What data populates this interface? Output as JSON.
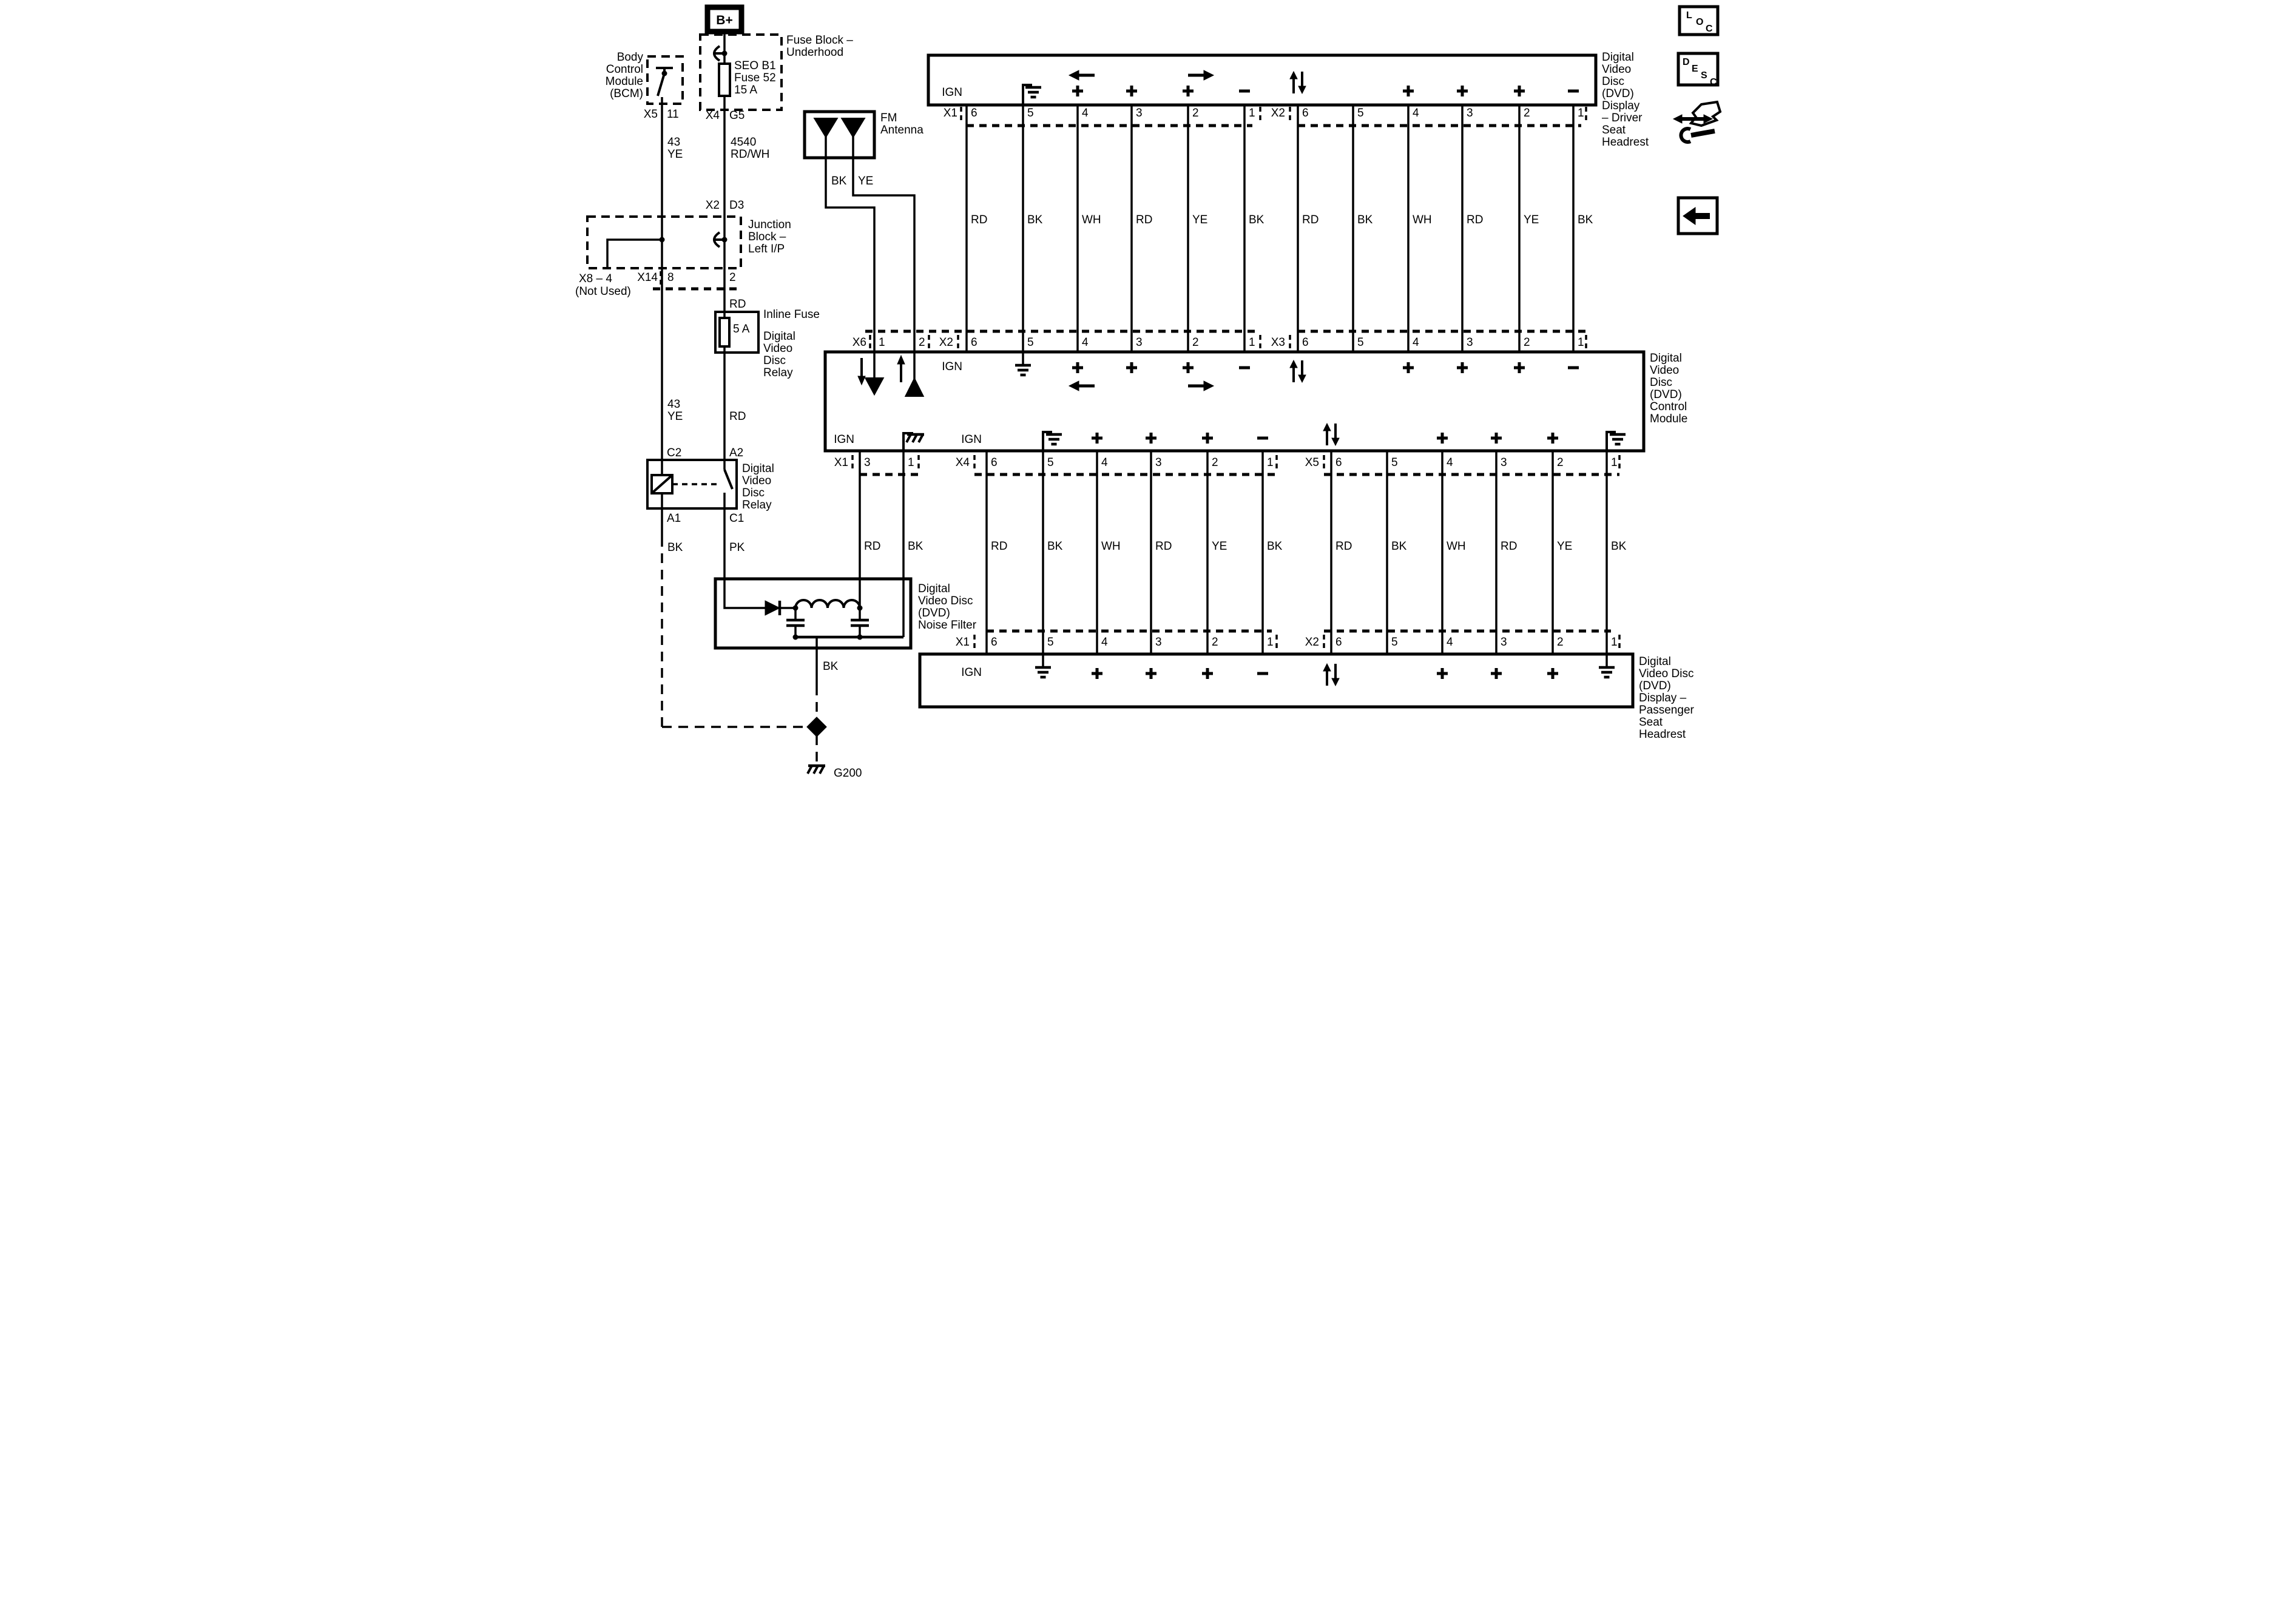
{
  "theme": {
    "ink": "#000000",
    "paper": "#ffffff"
  },
  "toolbar": {
    "loc": [
      "L",
      "O",
      "C"
    ],
    "desc": [
      "D",
      "E",
      "S",
      "C"
    ]
  },
  "labels": {
    "b_plus": "B+",
    "fuse_block": [
      "Fuse Block –",
      "Underhood"
    ],
    "seo_fuse": [
      "SEO B1",
      "Fuse 52",
      "15 A"
    ],
    "bcm": [
      "Body",
      "Control",
      "Module",
      "(BCM)"
    ],
    "junction": [
      "Junction",
      "Block –",
      "Left I/P"
    ],
    "not_used": [
      "X8 – 4",
      "(Not Used)"
    ],
    "inline_fuse": "Inline Fuse",
    "inline_fuse_sub": [
      "Digital",
      "Video",
      "Disc",
      "Relay"
    ],
    "fuse_rating": "5 A",
    "relay": [
      "Digital",
      "Video",
      "Disc",
      "Relay"
    ],
    "antenna": [
      "FM",
      "Antenna"
    ],
    "noise_filter": [
      "Digital",
      "Video Disc",
      "(DVD)",
      "Noise Filter"
    ],
    "driver_display": [
      "Digital",
      "Video",
      "Disc",
      "(DVD)",
      "Display",
      "– Driver",
      "Seat",
      "Headrest"
    ],
    "control_module": [
      "Digital",
      "Video",
      "Disc",
      "(DVD)",
      "Control",
      "Module"
    ],
    "passenger_display": [
      "Digital",
      "Video Disc",
      "(DVD)",
      "Display –",
      "Passenger",
      "Seat",
      "Headrest"
    ],
    "g200": "G200",
    "ign": "IGN"
  },
  "connectors": {
    "x1": "X1",
    "x2": "X2",
    "x3": "X3",
    "x4": "X4",
    "x5": "X5",
    "x6": "X6",
    "x14": "X14",
    "pins6": [
      "6",
      "5",
      "4",
      "3",
      "2",
      "1"
    ],
    "x6_pins": [
      "1",
      "2"
    ],
    "x1_pins": [
      "3",
      "1"
    ],
    "bcm_pin": "11",
    "jb_pins": [
      "8",
      "2"
    ],
    "d3": "D3",
    "g5": "G5",
    "relay_terminals": [
      "C2",
      "A2",
      "A1",
      "C1"
    ]
  },
  "wires": {
    "w43": [
      "43",
      "YE"
    ],
    "w4540": [
      "4540",
      "RD/WH"
    ],
    "rd": "RD",
    "bk": "BK",
    "ye": "YE",
    "pk": "PK",
    "top_row": [
      "RD",
      "BK",
      "WH",
      "RD",
      "YE",
      "BK",
      "RD",
      "BK",
      "WH",
      "RD",
      "YE",
      "BK"
    ],
    "module_x1_row": [
      "RD",
      "BK"
    ],
    "bottom_row": [
      "RD",
      "BK",
      "WH",
      "RD",
      "YE",
      "BK",
      "RD",
      "BK",
      "WH",
      "RD",
      "YE",
      "BK"
    ]
  }
}
